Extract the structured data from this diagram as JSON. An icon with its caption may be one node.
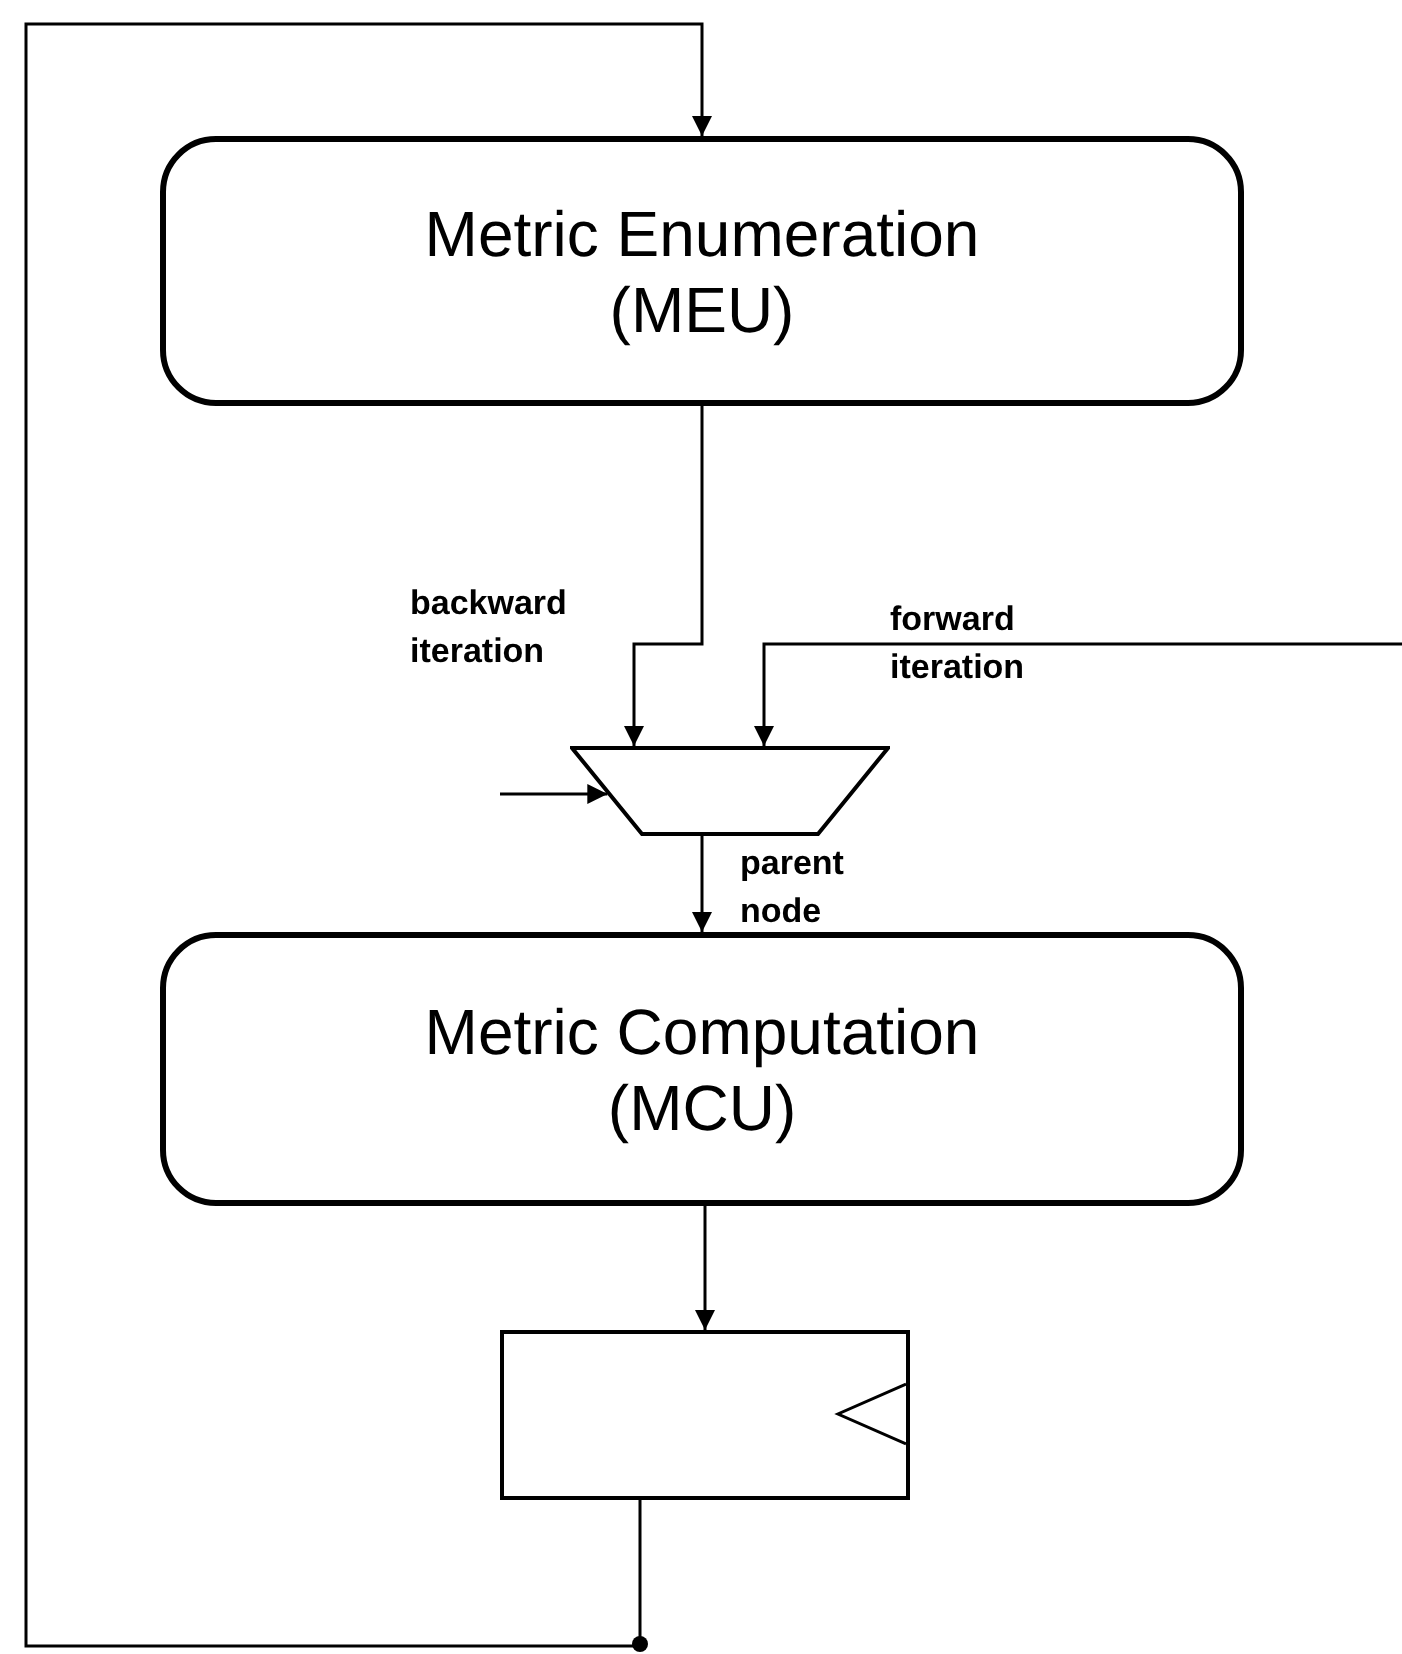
{
  "diagram": {
    "nodes": [
      {
        "text": [
          "Metric Enumeration (MEU)"
        ]
      },
      {
        "text": [],
        "shape": "trapezoid"
      },
      {
        "text": [
          "Metric Computation (MCU)"
        ]
      },
      {
        "text": [],
        "shape": "box"
      }
    ],
    "edges": [
      {
        "from": 3,
        "to": 0,
        "arrow": "to"
      },
      {
        "from": 0,
        "to": 1,
        "arrow": "to",
        "label": "backward iteration"
      },
      {
        "from": null,
        "to": 1,
        "arrow": "to",
        "label": "forward iteration"
      },
      {
        "from": null,
        "to": 1,
        "arrow": "to"
      },
      {
        "from": 1,
        "to": 2,
        "arrow": "to",
        "label": "parent node"
      },
      {
        "from": 2,
        "to": 3,
        "arrow": "to"
      }
    ]
  }
}
